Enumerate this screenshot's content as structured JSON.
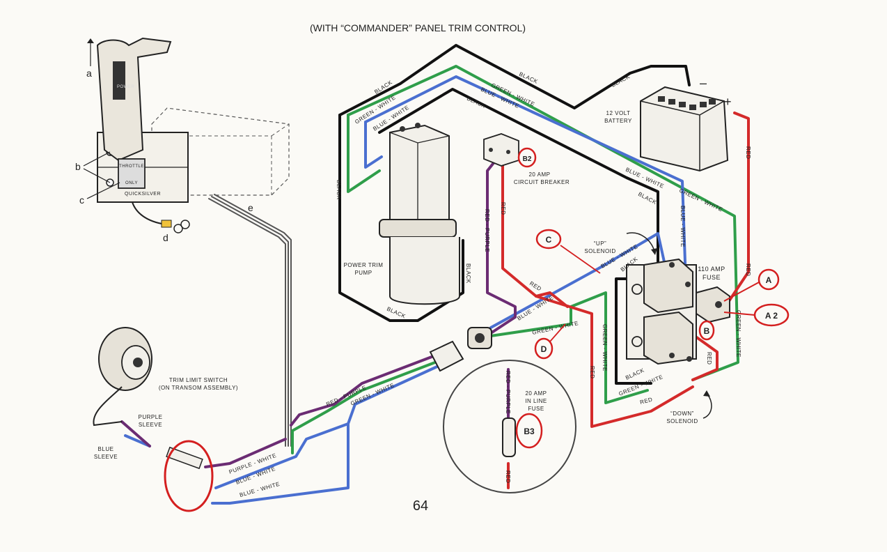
{
  "title": "(WITH “COMMANDER” PANEL TRIM CONTROL)",
  "page_number": "64",
  "colors": {
    "black": "#111111",
    "green": "#2f9e4a",
    "blue": "#4a6fd0",
    "red": "#d42a2a",
    "purple": "#6b2c73",
    "gray": "#555555",
    "callout": "#d41f1f",
    "yellow": "#f0c23a"
  },
  "letters": {
    "a": "a",
    "b": "b",
    "c": "c",
    "d": "d",
    "e": "e"
  },
  "components": {
    "battery": [
      "12 VOLT",
      "BATTERY"
    ],
    "battery_neg": "–",
    "battery_pos": "+",
    "pump": [
      "POWER TRIM",
      "PUMP"
    ],
    "breaker": [
      "20 AMP",
      "CIRCUIT BREAKER"
    ],
    "up_solenoid": [
      "“UP”",
      "SOLENOID"
    ],
    "down_solenoid": [
      "“DOWN”",
      "SOLENOID"
    ],
    "fuse110": [
      "110 AMP",
      "FUSE"
    ],
    "trim_switch": [
      "TRIM LIMIT SWITCH",
      "(ON TRANSOM ASSEMBLY)"
    ],
    "purple_sleeve": [
      "PURPLE",
      "SLEEVE"
    ],
    "blue_sleeve": [
      "BLUE",
      "SLEEVE"
    ],
    "inline_fuse": [
      "20 AMP",
      "IN LINE",
      "FUSE"
    ],
    "control_labels": {
      "throttle": "THROTTLE",
      "only": "ONLY",
      "brand": "QUICKSILVER",
      "power": "POWER"
    }
  },
  "wire_labels": {
    "black": "BLACK",
    "green_white": "GREEN - WHITE",
    "blue_white": "BLUE - WHITE",
    "red": "RED",
    "red_purple": "RED - PURPLE",
    "purple_white": "PURPLE - WHITE"
  },
  "callouts": {
    "A": "A",
    "A2": "A 2",
    "B": "B",
    "B2": "B2",
    "B3": "B3",
    "C": "C",
    "D": "D"
  }
}
